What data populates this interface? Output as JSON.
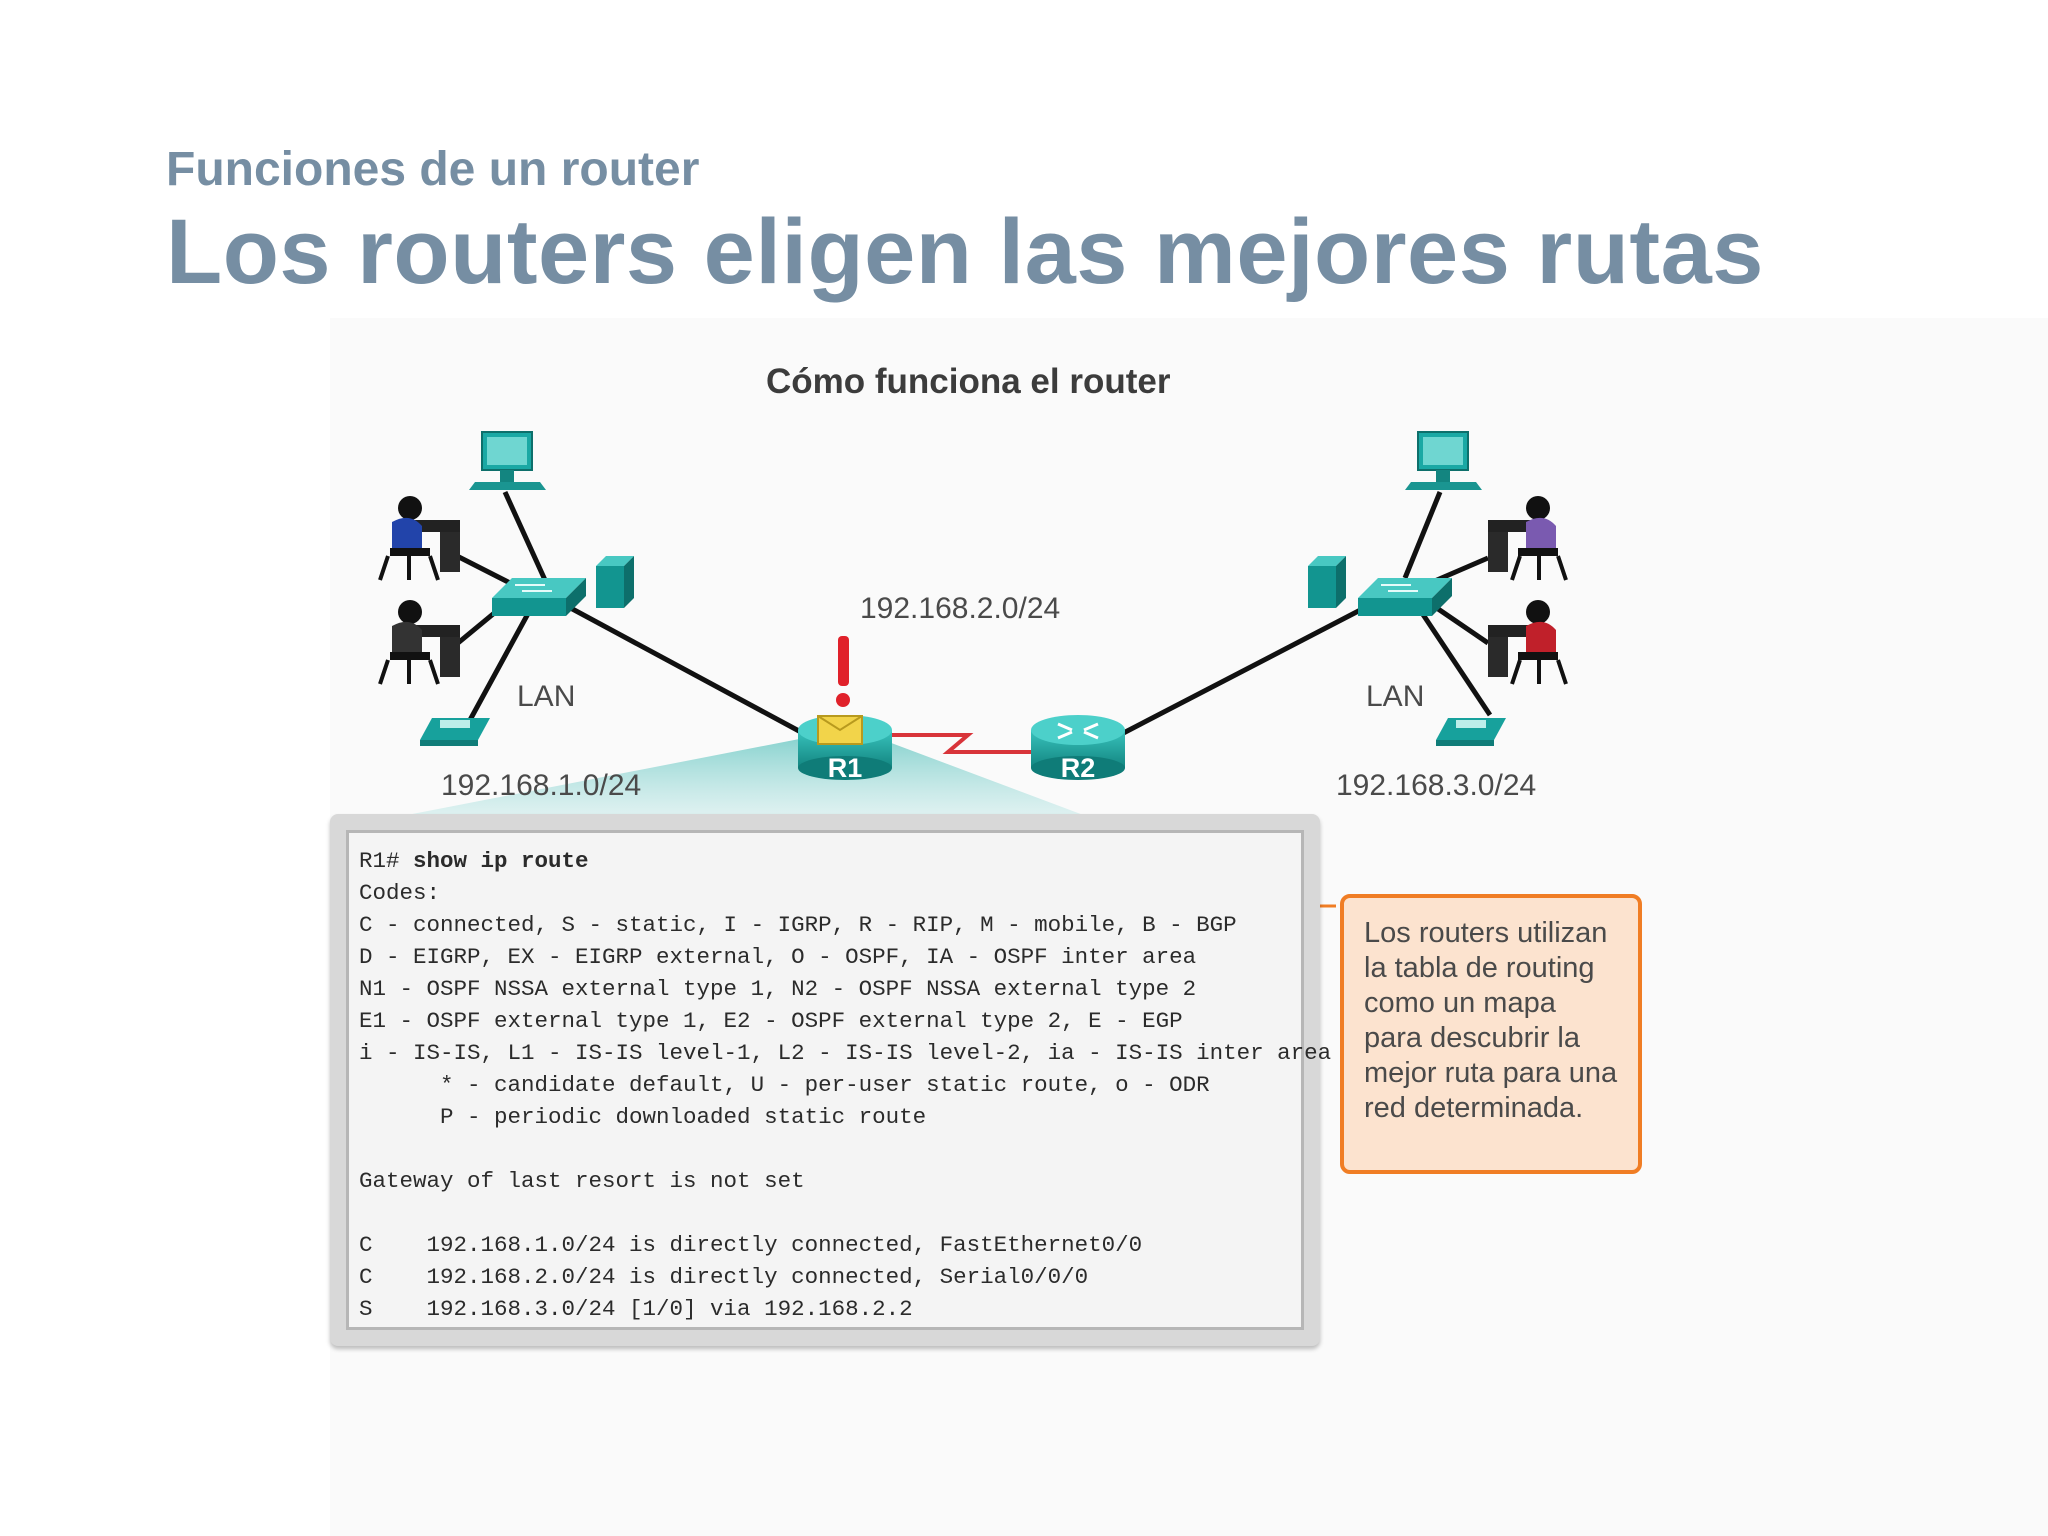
{
  "slide": {
    "subtitle": "Funciones de un router",
    "title": "Los routers eligen las mejores rutas"
  },
  "diagram": {
    "title": "Cómo funciona el router",
    "left_lan_label": "LAN",
    "right_lan_label": "LAN",
    "left_network": "192.168.1.0/24",
    "middle_network": "192.168.2.0/24",
    "right_network": "192.168.3.0/24",
    "router1_label": "R1",
    "router2_label": "R2",
    "colors": {
      "device_teal": "#1aa8a4",
      "serial_link": "#d8343a",
      "alert": "#e0212a",
      "callout_border": "#f07d24",
      "callout_fill": "#fce3cf"
    }
  },
  "cli": {
    "prompt": "R1#",
    "command": "show ip route",
    "lines": [
      "Codes:",
      "C - connected, S - static, I - IGRP, R - RIP, M - mobile, B - BGP",
      "D - EIGRP, EX - EIGRP external, O - OSPF, IA - OSPF inter area",
      "N1 - OSPF NSSA external type 1, N2 - OSPF NSSA external type 2",
      "E1 - OSPF external type 1, E2 - OSPF external type 2, E - EGP",
      "i - IS-IS, L1 - IS-IS level-1, L2 - IS-IS level-2, ia - IS-IS inter area",
      "      * - candidate default, U - per-user static route, o - ODR",
      "      P - periodic downloaded static route",
      "",
      "Gateway of last resort is not set",
      "",
      "C    192.168.1.0/24 is directly connected, FastEthernet0/0",
      "C    192.168.2.0/24 is directly connected, Serial0/0/0",
      "S    192.168.3.0/24 [1/0] via 192.168.2.2"
    ]
  },
  "callout": {
    "text": "Los routers utilizan la tabla de routing como un mapa para descubrir la mejor ruta para una red determinada."
  }
}
